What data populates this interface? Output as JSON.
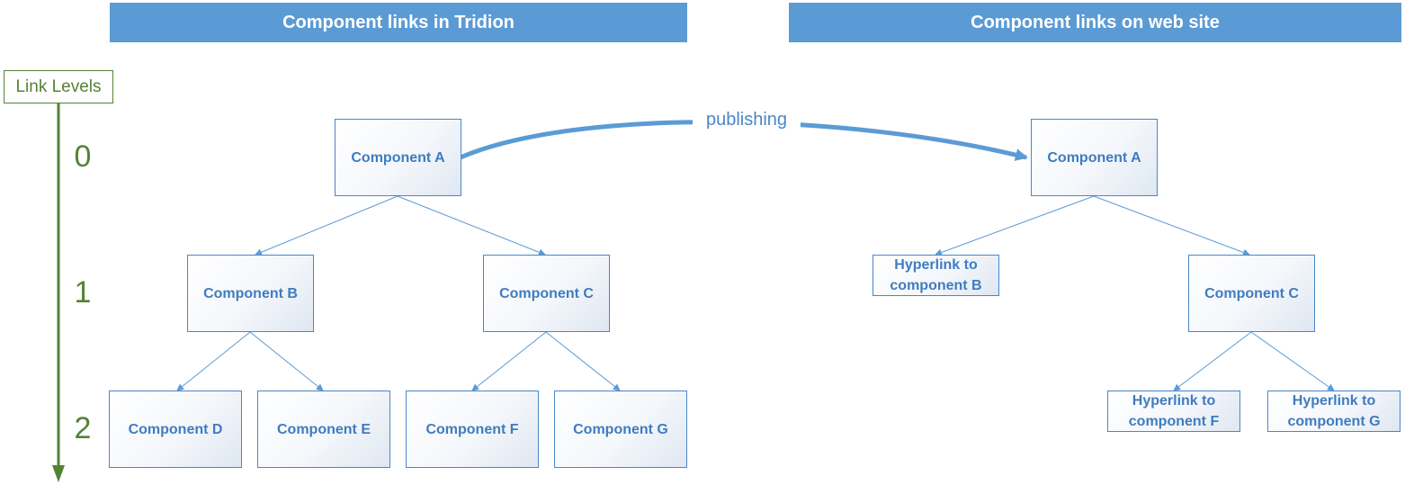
{
  "headers": {
    "left": "Component links in Tridion",
    "right": "Component links on web site"
  },
  "levels": {
    "title": "Link Levels",
    "values": [
      "0",
      "1",
      "2"
    ]
  },
  "arrow_label": "publishing",
  "tridion": {
    "a": "Component A",
    "b": "Component B",
    "c": "Component C",
    "d": "Component D",
    "e": "Component E",
    "f": "Component F",
    "g": "Component G"
  },
  "website": {
    "a": "Component A",
    "b": "Hyperlink to component B",
    "c": "Component C",
    "f": "Hyperlink to component F",
    "g": "Hyperlink to component G"
  },
  "colors": {
    "header_bg": "#5b9bd5",
    "box_text": "#3f7cc0",
    "connector": "#5b9bd5",
    "level_green": "#548235"
  }
}
